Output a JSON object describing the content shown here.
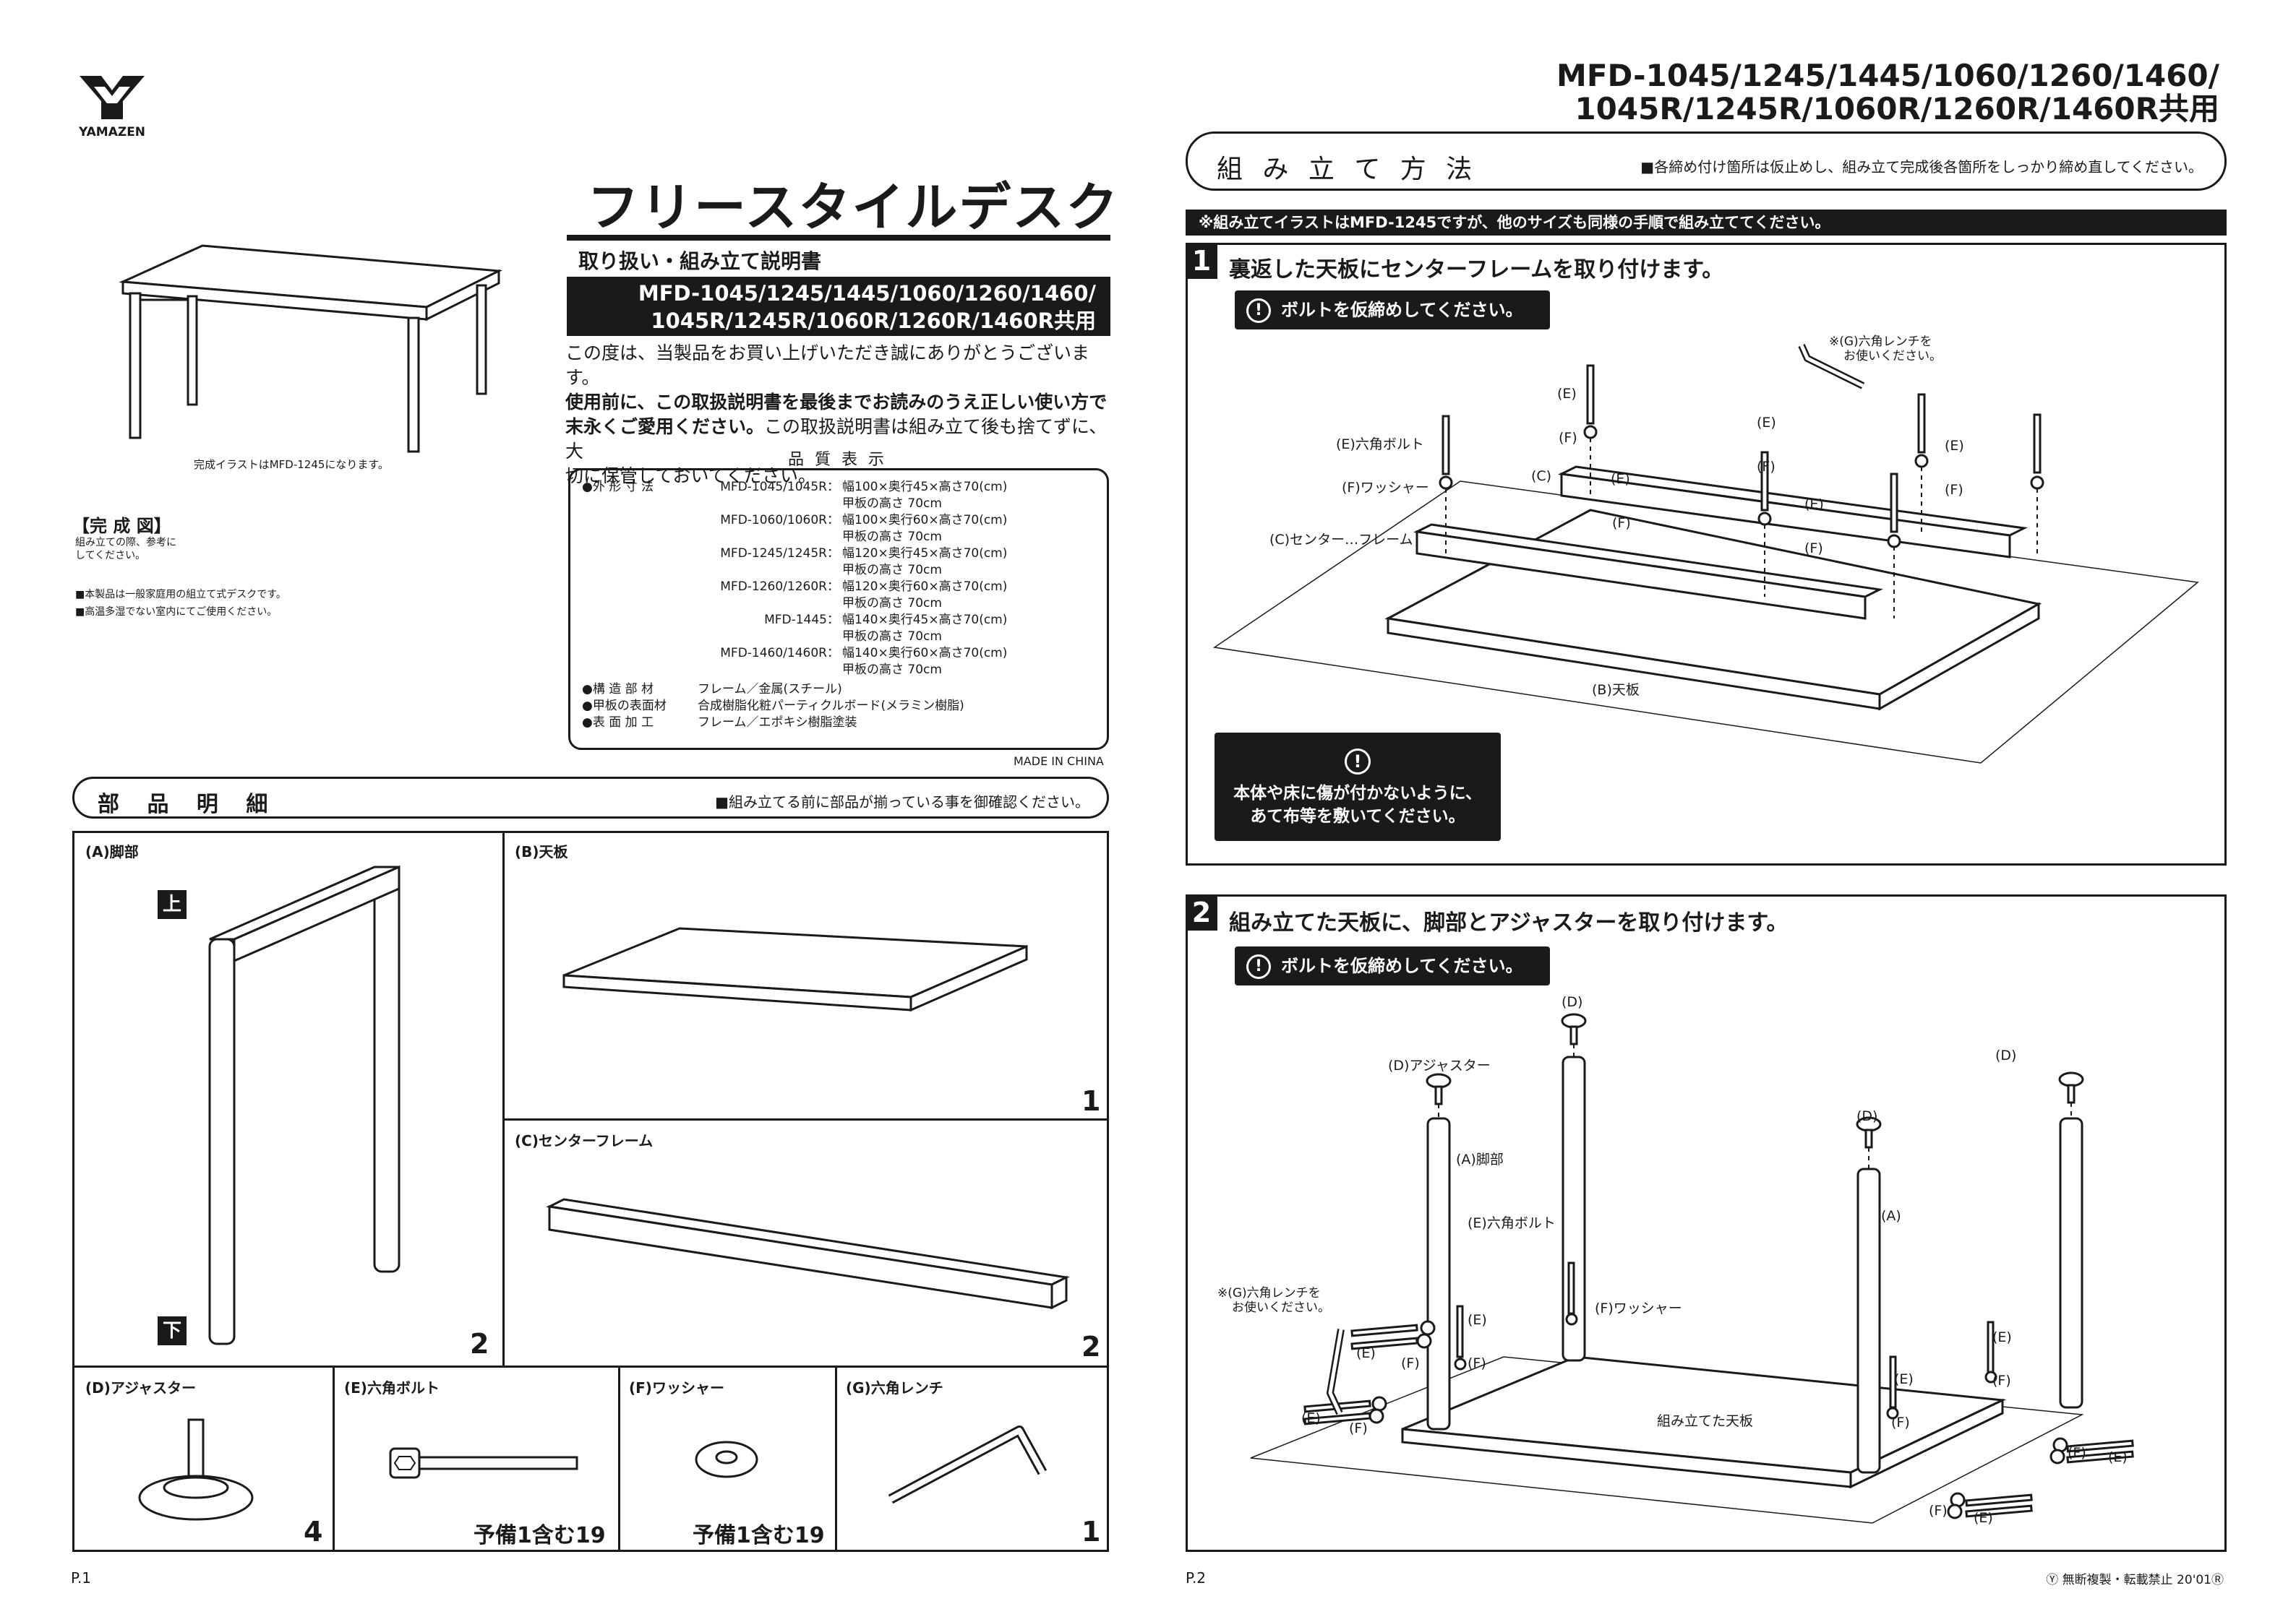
{
  "brand": {
    "name": "YAMAZEN"
  },
  "page1": {
    "completion_caption": "完成イラストはMFD-1245になります。",
    "completion_title": "【完 成 図】",
    "completion_note": "組み立ての際、参考にしてください。",
    "notes": [
      "■本製品は一般家庭用の組立て式デスクです。",
      "■高温多湿でない室内にてご使用ください。"
    ],
    "title": "フリースタイルデスク",
    "subtitle": "取り扱い・組み立て説明書",
    "models_line1": "MFD-1045/1245/1445/1060/1260/1460/",
    "models_line2": "1045R/1245R/1060R/1260R/1460R共用",
    "intro_1": "この度は、当製品をお買い上げいただき誠にありがとうございます。",
    "intro_2": "使用前に、この取扱説明書を最後までお読みのうえ正しい使い方で",
    "intro_3a": "末永くご愛用ください。",
    "intro_3b": "この取扱説明書は組み立て後も捨てずに、大",
    "intro_4": "切に保管しておいてください。",
    "quality_title": "品 質 表 示",
    "specs": [
      {
        "k": "●外 形 寸 法",
        "m": "MFD-1045/1045R：",
        "v": "幅100×奥行45×高さ70(cm)"
      },
      {
        "k": "",
        "m": "",
        "v": "甲板の高さ 70cm"
      },
      {
        "k": "",
        "m": "MFD-1060/1060R：",
        "v": "幅100×奥行60×高さ70(cm)"
      },
      {
        "k": "",
        "m": "",
        "v": "甲板の高さ 70cm"
      },
      {
        "k": "",
        "m": "MFD-1245/1245R：",
        "v": "幅120×奥行45×高さ70(cm)"
      },
      {
        "k": "",
        "m": "",
        "v": "甲板の高さ 70cm"
      },
      {
        "k": "",
        "m": "MFD-1260/1260R：",
        "v": "幅120×奥行60×高さ70(cm)"
      },
      {
        "k": "",
        "m": "",
        "v": "甲板の高さ 70cm"
      },
      {
        "k": "",
        "m": "MFD-1445：",
        "v": "幅140×奥行45×高さ70(cm)"
      },
      {
        "k": "",
        "m": "",
        "v": "甲板の高さ 70cm"
      },
      {
        "k": "",
        "m": "MFD-1460/1460R：",
        "v": "幅140×奥行60×高さ70(cm)"
      },
      {
        "k": "",
        "m": "",
        "v": "甲板の高さ 70cm"
      }
    ],
    "materials": [
      {
        "k": "●構 造 部 材",
        "v": "フレーム／金属(スチール)"
      },
      {
        "k": "●甲板の表面材",
        "v": "合成樹脂化粧パーティクルボード(メラミン樹脂)"
      },
      {
        "k": "●表 面 加 工",
        "v": "フレーム／エポキシ樹脂塗装"
      }
    ],
    "made_in": "MADE IN CHINA",
    "parts_title": "部 品 明 細",
    "parts_note": "■組み立てる前に部品が揃っている事を御確認ください。",
    "parts": {
      "a": {
        "name": "(A)脚部",
        "qty": "2",
        "top": "上",
        "bottom": "下"
      },
      "b": {
        "name": "(B)天板",
        "qty": "1"
      },
      "c": {
        "name": "(C)センターフレーム",
        "qty": "2"
      },
      "d": {
        "name": "(D)アジャスター",
        "qty": "4"
      },
      "e": {
        "name": "(E)六角ボルト",
        "qty": "予備1含む19"
      },
      "f": {
        "name": "(F)ワッシャー",
        "qty": "予備1含む19"
      },
      "g": {
        "name": "(G)六角レンチ",
        "qty": "1"
      }
    },
    "page_no": "P.1"
  },
  "page2": {
    "models_line1": "MFD-1045/1245/1445/1060/1260/1460/",
    "models_line2": "1045R/1245R/1060R/1260R/1460R共用",
    "assembly_title": "組 み 立 て 方 法",
    "assembly_note": "■各締め付け箇所は仮止めし、組み立て完成後各箇所をしっかり締め直してください。",
    "illustration_note": "※組み立てイラストはMFD-1245ですが、他のサイズも同様の手順で組み立ててください。",
    "step1": {
      "num": "1",
      "title": "裏返した天板にセンターフレームを取り付けます。",
      "warn": "ボルトを仮締めしてください。",
      "wrench_note_1": "※(G)六角レンチを",
      "wrench_note_2": "お使いください。",
      "lbl_e_bolt": "(E)六角ボルト",
      "lbl_f_washer": "(F)ワッシャー",
      "lbl_c": "(C)",
      "lbl_c_frame": "(C)センター",
      "lbl_c_frame2": "フレーム",
      "lbl_b": "(B)天板",
      "e": "(E)",
      "f": "(F)",
      "caution_1": "本体や床に傷が付かないように、",
      "caution_2": "あて布等を敷いてください。"
    },
    "step2": {
      "num": "2",
      "title": "組み立てた天板に、脚部とアジャスターを取り付けます。",
      "warn": "ボルトを仮締めしてください。",
      "d": "(D)",
      "lbl_d_adj": "(D)アジャスター",
      "lbl_a_leg": "(A)脚部",
      "lbl_a": "(A)",
      "lbl_e_bolt": "(E)六角ボルト",
      "lbl_f_washer": "(F)ワッシャー",
      "wrench_note_1": "※(G)六角レンチを",
      "wrench_note_2": "お使いください。",
      "lbl_assembled": "組み立てた天板",
      "e": "(E)",
      "f": "(F)"
    },
    "page_no": "P.2",
    "copyright": "Ⓨ 無断複製・転載禁止 20'01Ⓡ"
  }
}
